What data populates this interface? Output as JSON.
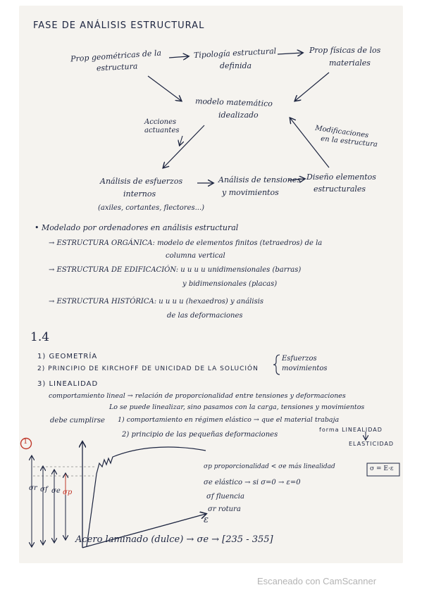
{
  "note": {
    "title": "FASE DE ANÁLISIS ESTRUCTURAL",
    "flow": {
      "prop_geo": [
        "Prop geométricas de la",
        "estructura"
      ],
      "tipologia": [
        "Tipología estructural",
        "definida"
      ],
      "prop_fis": [
        "Prop físicas de los",
        "materiales"
      ],
      "modelo": [
        "modelo matemático",
        "idealizado"
      ],
      "acciones": [
        "Acciones",
        "actuantes"
      ],
      "modificaciones": [
        "Modificaciones",
        "en la estructura"
      ],
      "analisis_esf": [
        "Análisis de esfuerzos",
        "internos"
      ],
      "esf_examples": "(axiles, cortantes, flectores...)",
      "analisis_ten": [
        "Análisis de tensiones",
        "y movimientos"
      ],
      "diseno": [
        "Diseño elementos",
        "estructurales"
      ]
    },
    "modelado": {
      "heading": "• Modelado por ordenadores en análisis estructural",
      "organica": [
        "→ ESTRUCTURA ORGÁNICA: modelo de elementos finitos (tetraedros) de la",
        "columna vertical"
      ],
      "edificacion": [
        "→ ESTRUCTURA DE EDIFICACIÓN:  u   u   u   u  unidimensionales (barras)",
        "y bidimensionales (placas)"
      ],
      "historica": [
        "→ ESTRUCTURA HISTÓRICA:   u   u   u   u (hexaedros) y análisis",
        "de las deformaciones"
      ]
    },
    "section": {
      "number": "1.4",
      "item1": "1) GEOMETRÍA",
      "item2": "2) PRINCIPIO DE KIRCHOFF DE UNICIDAD DE LA SOLUCIÓN",
      "item2_brace": [
        "Esfuerzos",
        "movimientos"
      ],
      "item3": "3) LINEALIDAD",
      "lin1": "comportamiento lineal → relación de proporcionalidad entre tensiones y deformaciones",
      "lin2": "Lo se puede linealizar, sino pasamos con la carga, tensiones y movimientos",
      "lin3a": "debe cumplirse",
      "lin3b": "1) comportamiento en régimen elástico → que el material trabaja",
      "lin4": "2) principio de las pequeñas deformaciones",
      "lin4b": "forma LINEALIDAD",
      "lin4c": "ELASTICIDAD"
    },
    "graph": {
      "circle_num": "1",
      "ylabels": [
        "σr",
        "σf",
        "σe",
        "σp"
      ],
      "xlabel": "ε",
      "legend": [
        "σp proporcionalidad < σe más linealidad",
        "σe elástico → si σ=0 → ε=0",
        "σf fluencia",
        "σr rotura"
      ],
      "formula": "σ = E·ε"
    },
    "bottom": "Acero laminado (dulce) → σe → [235 - 355]"
  },
  "footer": "Escaneado con CamScanner"
}
